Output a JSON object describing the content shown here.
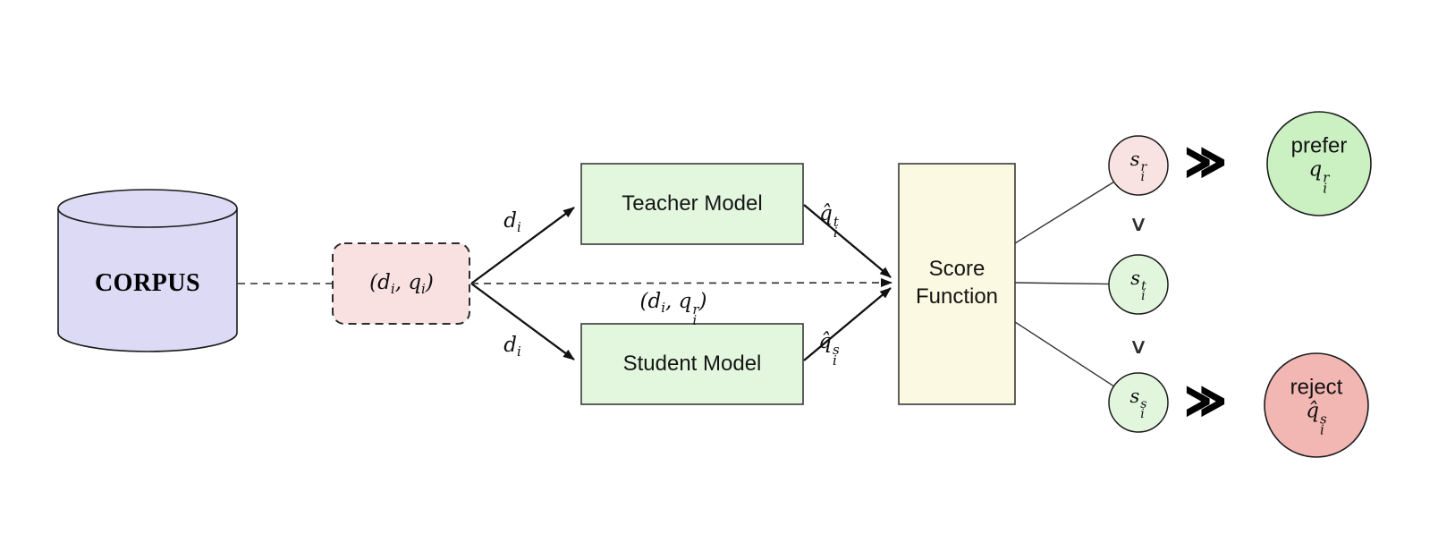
{
  "colors": {
    "corpus_fill": "#dcdaf4",
    "pair_fill": "#f9e1e1",
    "model_fill": "#e3f7df",
    "score_fill": "#fcf9e2",
    "score_reference_fill": "#f9e2e2",
    "score_model_fill": "#e2f6de",
    "prefer_fill": "#cbf1c3",
    "reject_fill": "#f2b6b3",
    "stroke_dark": "#1a1a1a",
    "stroke_box": "#3a3a3a",
    "arrow": "#111111"
  },
  "corpus": {
    "label": "CORPUS"
  },
  "pair_box": {
    "open": "(",
    "d_base": "d",
    "d_sub": "i",
    "comma": ", ",
    "q_base": "q",
    "q_sub": "i",
    "close": ")"
  },
  "edges": {
    "d_top": {
      "base": "d",
      "sub": "i"
    },
    "d_bottom": {
      "base": "d",
      "sub": "i"
    },
    "reference_pair": {
      "open": "(",
      "d_base": "d",
      "d_sub": "i",
      "comma": ", ",
      "q_base": "q",
      "q_sup": "r",
      "q_sub": "i",
      "close": ")"
    },
    "teacher_out": {
      "base": "q̂",
      "sup": "t",
      "sub": "i"
    },
    "student_out": {
      "base": "q̂",
      "sup": "s",
      "sub": "i"
    }
  },
  "boxes": {
    "teacher": "Teacher Model",
    "student": "Student Model",
    "score_line1": "Score",
    "score_line2": "Function"
  },
  "scores": {
    "reference": {
      "base": "s",
      "sup": "r",
      "sub": "i"
    },
    "teacher": {
      "base": "s",
      "sup": "t",
      "sub": "i"
    },
    "student": {
      "base": "s",
      "sup": "s",
      "sub": "i"
    }
  },
  "icons": {
    "greater_top": "∨",
    "greater_bottom": "∨",
    "much_greater_top": "≫",
    "much_greater_bottom": "≫"
  },
  "decisions": {
    "prefer": {
      "label": "prefer",
      "base": "q",
      "sup": "r",
      "sub": "i"
    },
    "reject": {
      "label": "reject",
      "base": "q̂",
      "sup": "s",
      "sub": "i"
    }
  }
}
